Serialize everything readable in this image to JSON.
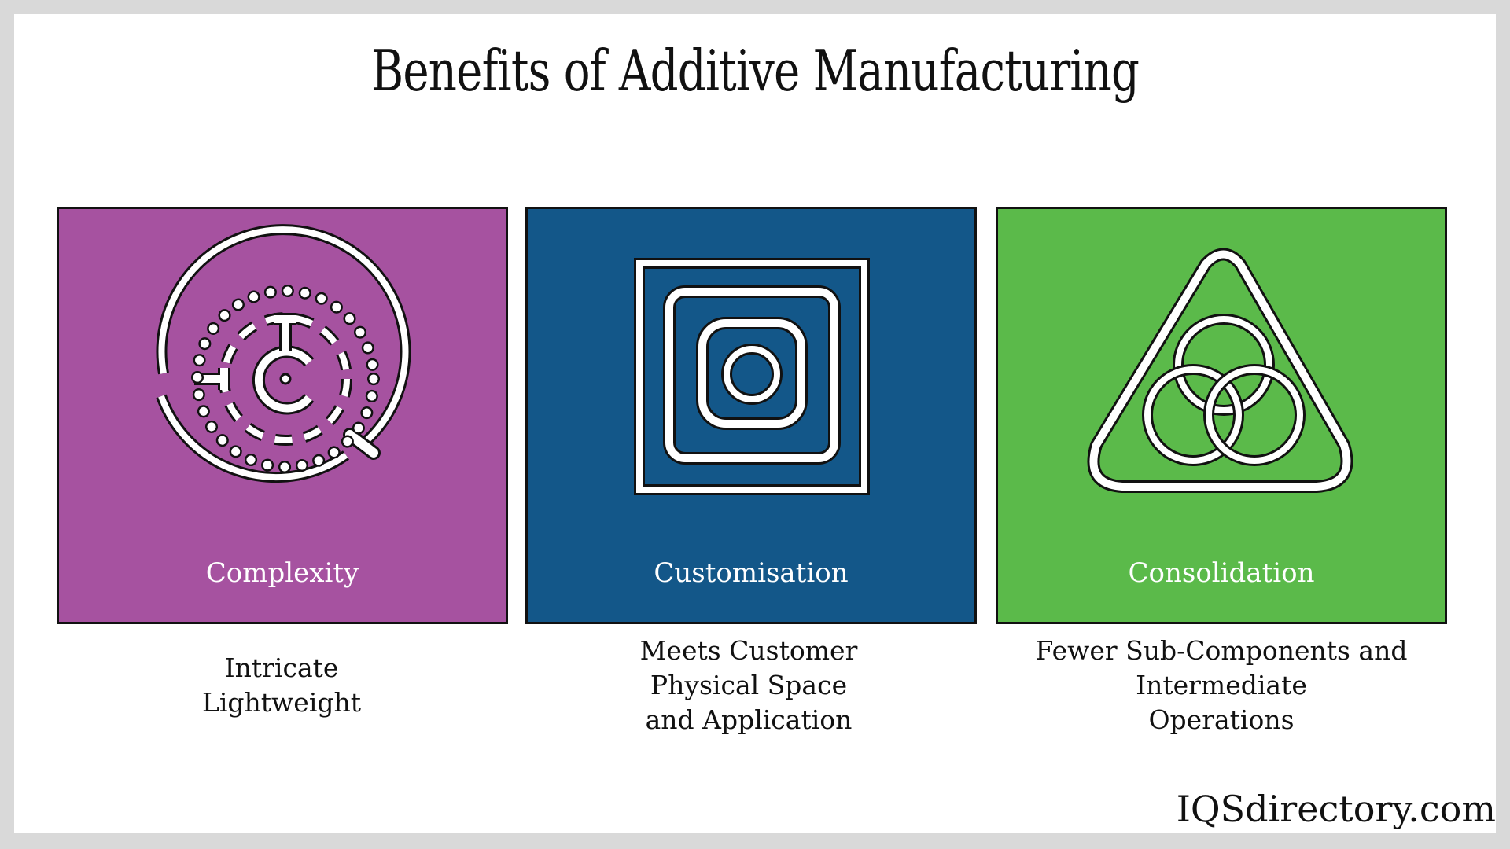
{
  "title": "Benefits of Additive Manufacturing",
  "cards": [
    {
      "label": "Complexity",
      "color": "#a652a0",
      "icon": "complexity-maze-icon",
      "description": [
        "Intricate",
        "Lightweight"
      ]
    },
    {
      "label": "Customisation",
      "color": "#135789",
      "icon": "nested-squares-icon",
      "description": [
        "Meets Customer",
        "Physical Space",
        "and Application"
      ]
    },
    {
      "label": "Consolidation",
      "color": "#5bba4a",
      "icon": "triangle-circles-icon",
      "description": [
        "Fewer Sub-Components and",
        "Intermediate",
        "Operations"
      ]
    }
  ],
  "logo": "IQSdirectory.com"
}
